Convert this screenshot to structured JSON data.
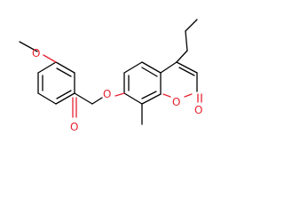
{
  "molecule": {
    "atoms": {
      "methoxy_oxygen": "O",
      "ether_oxygen": "O",
      "ketone_oxygen": "O",
      "ring_oxygen": "O",
      "lactone_carbonyl_oxygen": "O"
    },
    "colors": {
      "bond": "#000000",
      "heteroatom": "#e8212f",
      "background": "#ffffff"
    }
  }
}
